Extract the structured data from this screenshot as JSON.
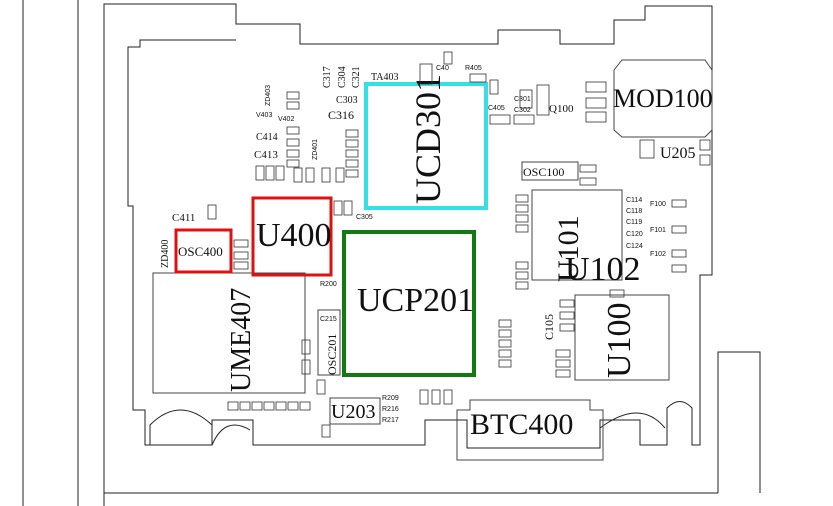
{
  "diagram": {
    "title": "",
    "components": {
      "ucd301": "UCD301",
      "ucp201": "UCP201",
      "u400": "U400",
      "osc400": "OSC400",
      "mod100": "MOD100",
      "u101": "U101",
      "u102": "U102",
      "u100": "U100",
      "ume407": "UME407",
      "btc400": "BTC400",
      "u203": "U203",
      "u205": "U205",
      "osc100": "OSC100",
      "osc201": "OSC201",
      "q100": "Q100",
      "c105": "C105",
      "c303": "C303",
      "c316": "C316",
      "c305": "C305",
      "c411": "C411",
      "c413": "C413",
      "c414": "C414",
      "zd400": "ZD400",
      "zd401": "ZD401",
      "zd403": "ZD403",
      "r200": "R200",
      "c215": "C215",
      "r209": "R209",
      "r216": "R216",
      "r217": "R217",
      "c317": "C317",
      "c304": "C304",
      "c321": "C321",
      "ta403": "TA403",
      "v403": "V403",
      "v402": "V402",
      "c405": "C405",
      "r405": "R405",
      "c40": "C40",
      "f100": "F100",
      "f101": "F101",
      "f102": "F102",
      "c114": "C114",
      "c118": "C118",
      "c119": "C119",
      "c120": "C120",
      "c124": "C124",
      "c301": "C301",
      "c302": "C302"
    },
    "highlight_colors": {
      "cyan": "#33e0e6",
      "green": "#117a11",
      "red": "#e01010"
    }
  }
}
